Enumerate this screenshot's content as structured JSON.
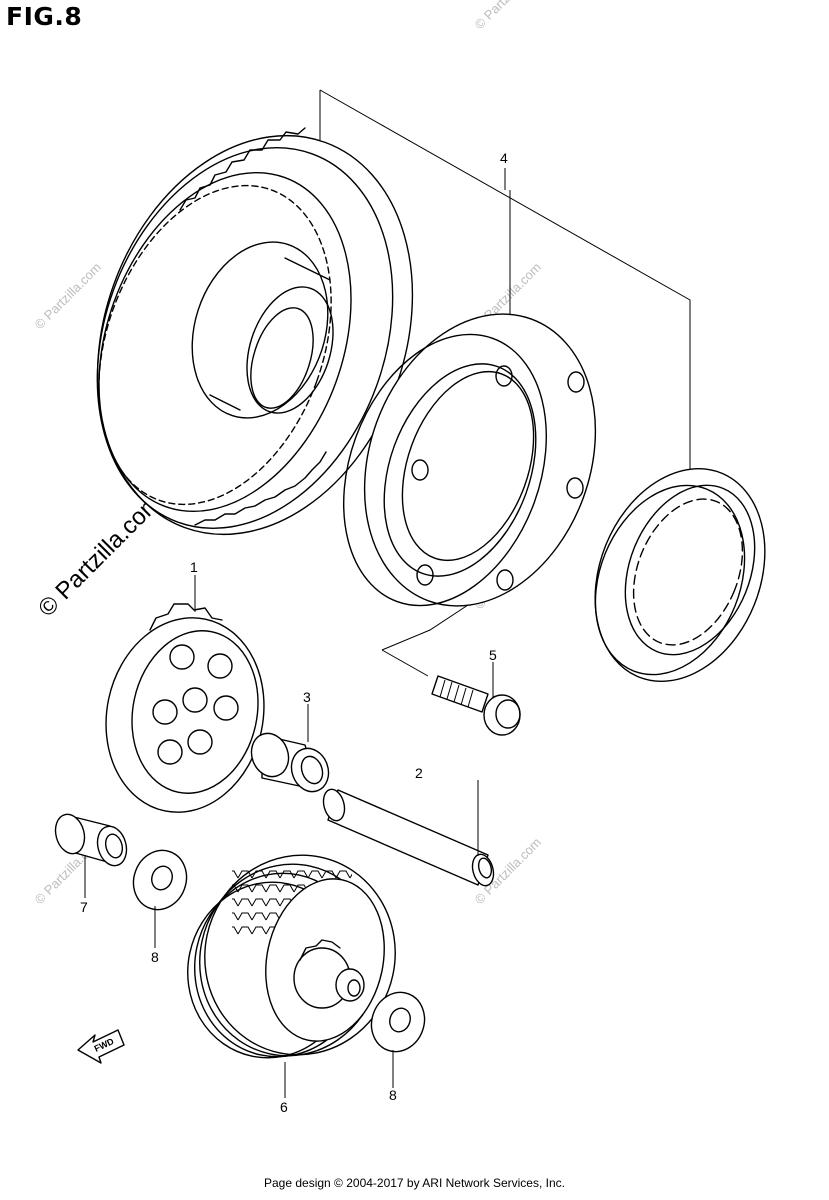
{
  "figure_title": "FIG.8",
  "footer": "Page design © 2004-2017 by ARI Network Services, Inc.",
  "watermark_main": "© Partzilla.com",
  "watermark_faint": "© Partzilla.com",
  "fwd_label": "FWD",
  "callouts": [
    {
      "id": "1",
      "label": "1"
    },
    {
      "id": "2",
      "label": "2"
    },
    {
      "id": "3",
      "label": "3"
    },
    {
      "id": "4",
      "label": "4"
    },
    {
      "id": "5",
      "label": "5"
    },
    {
      "id": "6",
      "label": "6"
    },
    {
      "id": "7",
      "label": "7"
    },
    {
      "id": "8a",
      "label": "8"
    },
    {
      "id": "8b",
      "label": "8"
    }
  ]
}
